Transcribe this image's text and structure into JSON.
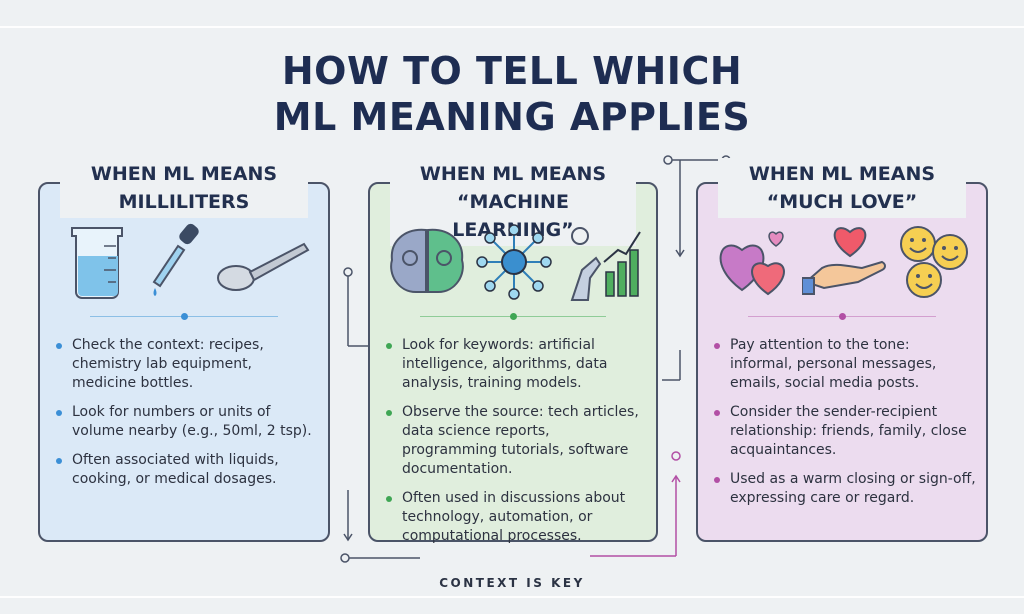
{
  "title": {
    "line1": "HOW TO TELL WHICH",
    "line2": "ML MEANING APPLIES"
  },
  "cards": [
    {
      "id": "milliliters",
      "heading": [
        "WHEN ML MEANS",
        "MILLILITERS"
      ],
      "icons": [
        "beaker-icon",
        "dropper-icon",
        "measuring-spoon-icon"
      ],
      "accent": "#3b8fd6",
      "bullets": [
        "Check the context: recipes, chemistry lab equipment, medicine bottles.",
        "Look for numbers or units of volume nearby (e.g., 50ml, 2 tsp).",
        "Often associated with liquids, cooking, or medical dosages."
      ]
    },
    {
      "id": "machine-learning",
      "heading": [
        "WHEN ML MEANS",
        "“MACHINE LEARNING”"
      ],
      "icons": [
        "brain-icon",
        "network-icon",
        "robot-chart-icon"
      ],
      "accent": "#3fa654",
      "bullets": [
        "Look for keywords: artificial intelligence, algorithms, data analysis, training models.",
        "Observe the source: tech articles, data science reports, programming tutorials, software documentation.",
        "Often used in discussions about technology, automation, or computational processes."
      ]
    },
    {
      "id": "much-love",
      "heading": [
        "WHEN ML MEANS",
        "“MUCH LOVE”"
      ],
      "icons": [
        "hearts-icon",
        "hand-heart-icon",
        "smileys-icon"
      ],
      "accent": "#b24fa5",
      "bullets": [
        "Pay attention to the tone: informal, personal messages, emails, social media posts.",
        "Consider the sender-recipient relationship: friends, family, close acquaintances.",
        "Used as a warm closing or sign-off, expressing care or regard."
      ]
    }
  ],
  "footer": "CONTEXT IS KEY"
}
